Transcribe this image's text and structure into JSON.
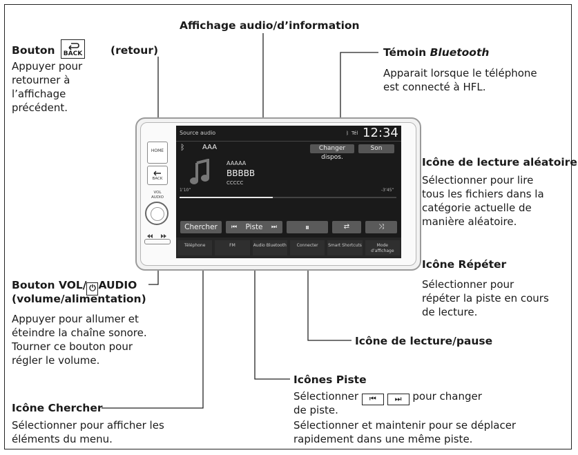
{
  "labels": {
    "top_title": "Affichage audio/d’information",
    "back_title": "Bouton",
    "back_suffix": "(retour)",
    "back_desc": [
      "Appuyer pour",
      "retourner à",
      "l’affichage",
      "précédent."
    ],
    "bt_title_prefix": "Témoin ",
    "bt_title_italic": "Bluetooth",
    "bt_desc": [
      "Apparait lorsque le téléphone",
      "est connecté à HFL."
    ],
    "shuffle_title": "Icône de lecture aléatoire",
    "shuffle_desc": [
      "Sélectionner pour lire",
      "tous les fichiers dans la",
      "catégorie actuelle de",
      "manière aléatoire."
    ],
    "repeat_title": "Icône Répéter",
    "repeat_desc": [
      "Sélectionner pour",
      "répéter la piste en cours",
      "de lecture."
    ],
    "vol_title_a": "Bouton VOL/",
    "vol_title_b": "AUDIO",
    "vol_title_line2": "(volume/alimentation)",
    "vol_desc": [
      "Appuyer pour allumer et",
      "éteindre la chaîne sonore.",
      "Tourner ce bouton pour",
      "régler le volume."
    ],
    "playpause_title": "Icône de lecture/pause",
    "track_title": "Icônes Piste",
    "track_desc_a": "Sélectionner",
    "track_desc_b": "pour changer",
    "track_desc_c": "de piste.",
    "track_desc_d": "Sélectionner et maintenir pour se déplacer",
    "track_desc_e": "rapidement dans une même piste.",
    "search_title": "Icône Chercher",
    "search_desc": [
      "Sélectionner pour afficher les",
      "éléments du menu."
    ]
  },
  "screen": {
    "source": "Source audio",
    "clock": "12:34",
    "signal": "Tél",
    "device_name": "AAA",
    "btn_change": "Changer dispos.",
    "btn_son": "Son",
    "track_artist": "AAAAA",
    "track_title": "BBBBB",
    "track_album": "CCCCC",
    "time_elapsed": "1’10”",
    "time_remaining": "-3’45”",
    "progress": 0.43,
    "ctrl_search": "Chercher",
    "ctrl_track": "Piste",
    "bottom": [
      "Téléphone",
      "FM",
      "Audio Bluetooth",
      "Connecter",
      "Smart Shortcuts",
      "Mode d’affichage"
    ]
  },
  "device": {
    "home_label": "HOME",
    "back_label": "BACK",
    "vol_label": "VOL AUDIO"
  }
}
